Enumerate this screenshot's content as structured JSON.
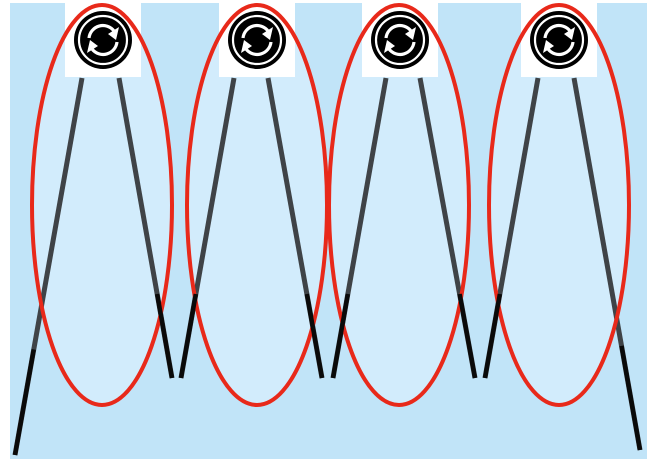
{
  "canvas": {
    "background": "#ffffff",
    "panel_color": "#c1e4f8",
    "ellipse_fill": "#d2ecfc",
    "ellipse_stroke": "#e8291a",
    "line_color_dark": "#3f4347",
    "line_color_black": "#0a0a0a"
  },
  "units": [
    {
      "id": 1,
      "icon": "sync-icon",
      "circle_color": "#e8291a"
    },
    {
      "id": 2,
      "icon": "sync-icon",
      "circle_color": "#e8291a"
    },
    {
      "id": 3,
      "icon": "sync-icon",
      "circle_color": "#e8291a"
    },
    {
      "id": 4,
      "icon": "sync-icon",
      "circle_color": "#e8291a"
    }
  ]
}
